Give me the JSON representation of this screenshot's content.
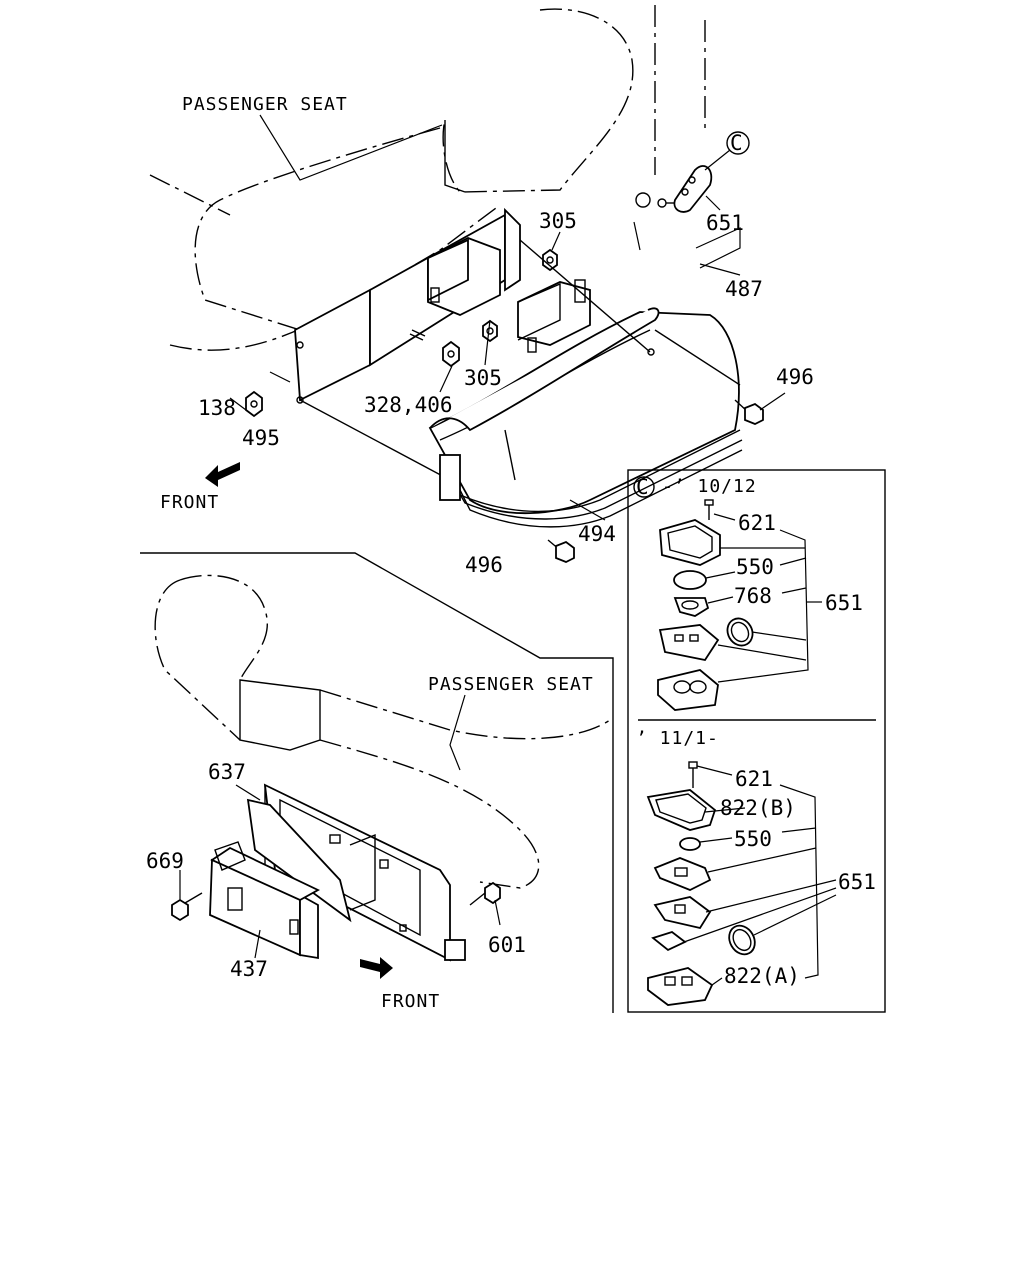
{
  "labels": {
    "passenger_seat_top": "PASSENGER SEAT",
    "passenger_seat_bottom": "PASSENGER SEAT",
    "front_top": "FRONT",
    "front_bottom": "FRONT",
    "p305_a": "305",
    "p305_b": "305",
    "p651_top": "651",
    "p487": "487",
    "p496_a": "496",
    "p496_b": "496",
    "p138": "138",
    "p495": "495",
    "p328_406": "328,406",
    "p494": "494",
    "p637": "637",
    "p669": "669",
    "p437": "437",
    "p601": "601",
    "callout_c": "C"
  },
  "inset": {
    "section1_title": "-’ 10/12",
    "section1_mark": "C",
    "section2_title": "’ 11/1-",
    "s1": {
      "p621": "621",
      "p550": "550",
      "p768": "768",
      "p651": "651"
    },
    "s2": {
      "p621": "621",
      "p822b": "822(B)",
      "p550": "550",
      "p651": "651",
      "p822a": "822(A)"
    }
  },
  "colors": {
    "line": "#000000",
    "background": "#ffffff"
  }
}
